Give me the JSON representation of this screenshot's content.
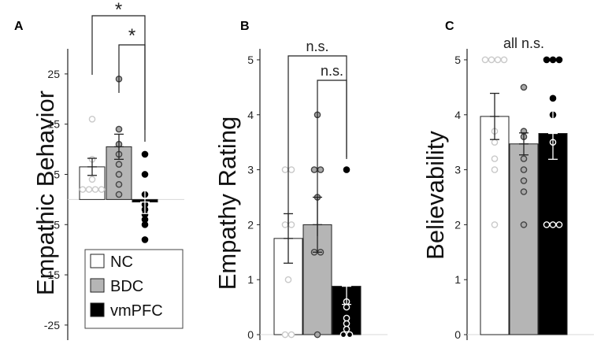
{
  "figure": {
    "legend": [
      {
        "label": "NC",
        "color": "#ffffff"
      },
      {
        "label": "BDC",
        "color": "#b5b5b5"
      },
      {
        "label": "vmPFC",
        "color": "#000000"
      }
    ],
    "group_colors": {
      "NC": "#ffffff",
      "BDC": "#b5b5b5",
      "vmPFC": "#000000"
    },
    "dot_colors": {
      "NC": "#c9c9c9",
      "BDC": "#a9a9a9",
      "vmPFC": "#000000"
    }
  },
  "chart_data": [
    {
      "panel": "A",
      "type": "bar",
      "ylabel": "Empathic Behavior",
      "ylim": [
        -28,
        30
      ],
      "yticks": [
        25,
        15,
        5,
        -5,
        -15,
        -25
      ],
      "categories": [
        "NC",
        "BDC",
        "vmPFC"
      ],
      "values": [
        6.5,
        10.5,
        -0.5
      ],
      "errors": [
        1.7,
        2.5,
        2.3
      ],
      "points": [
        [
          16,
          8,
          4,
          2,
          2,
          2,
          2
        ],
        [
          24,
          14,
          11,
          9,
          7,
          5,
          3,
          1
        ],
        [
          9,
          5,
          1,
          -1,
          -2,
          -3,
          -4,
          -5,
          -8
        ]
      ],
      "annotations": [
        {
          "from": "NC",
          "to": "vmPFC",
          "text": "*"
        },
        {
          "from": "BDC",
          "to": "vmPFC",
          "text": "*"
        }
      ]
    },
    {
      "panel": "B",
      "type": "bar",
      "ylabel": "Empathy Rating",
      "ylim": [
        -0.1,
        5.2
      ],
      "yticks": [
        5,
        4,
        3,
        2,
        1,
        0
      ],
      "categories": [
        "NC",
        "BDC",
        "vmPFC"
      ],
      "values": [
        1.75,
        2.0,
        0.88
      ],
      "errors": [
        0.45,
        0.5,
        0.33
      ],
      "points": [
        [
          3,
          3,
          2,
          2,
          1,
          0,
          0
        ],
        [
          4,
          3,
          3,
          2.5,
          1.5,
          1.5,
          0
        ],
        [
          3,
          0.6,
          0.5,
          0.3,
          0.2,
          0.1,
          0,
          0
        ]
      ],
      "annotations": [
        {
          "from": "NC",
          "to": "vmPFC",
          "text": "n.s."
        },
        {
          "from": "BDC",
          "to": "vmPFC",
          "text": "n.s."
        }
      ]
    },
    {
      "panel": "C",
      "type": "bar",
      "ylabel": "Believability",
      "ylim": [
        -0.1,
        5.2
      ],
      "yticks": [
        5,
        4,
        3,
        2,
        1,
        0
      ],
      "categories": [
        "NC",
        "BDC",
        "vmPFC"
      ],
      "values": [
        3.97,
        3.47,
        3.66
      ],
      "errors": [
        0.42,
        0.2,
        0.47
      ],
      "points": [
        [
          5,
          5,
          5,
          5,
          3.7,
          3.5,
          3.2,
          3,
          2
        ],
        [
          4.5,
          3.7,
          3.6,
          3.2,
          3,
          2.8,
          2.6,
          2
        ],
        [
          5,
          5,
          5,
          4.3,
          4,
          3.5,
          2,
          2,
          2
        ]
      ],
      "annotations": [
        {
          "text": "all n.s."
        }
      ]
    }
  ]
}
